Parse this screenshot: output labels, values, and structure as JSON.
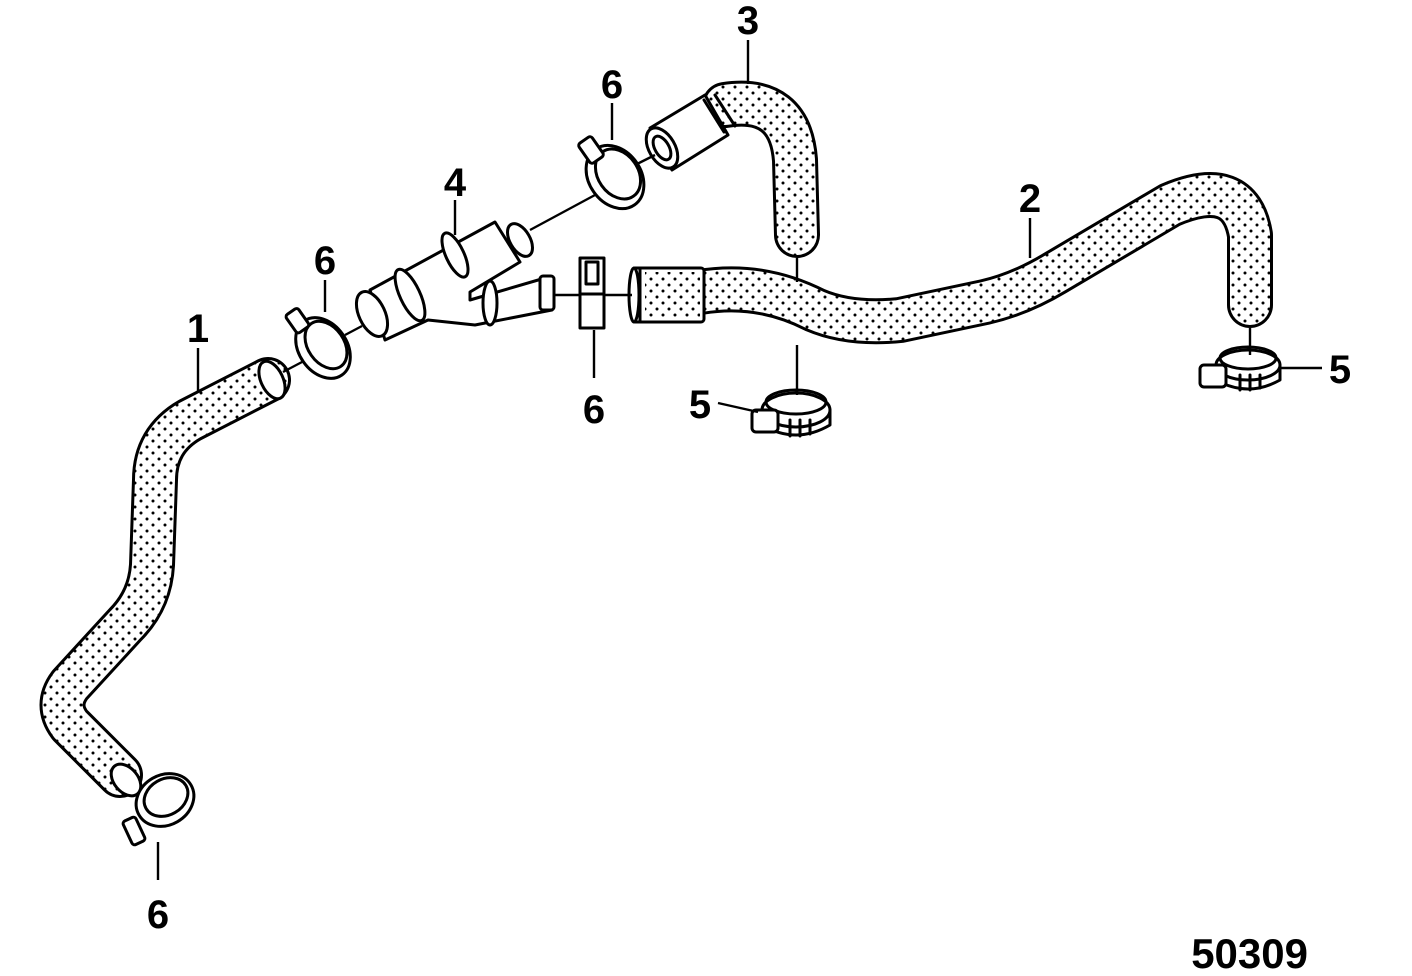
{
  "figure": {
    "id": "50309"
  },
  "callouts": {
    "hose_1": "1",
    "hose_2": "2",
    "hose_3": "3",
    "fitting_4": "4",
    "clamp_5_center": "5",
    "clamp_5_right": "5",
    "clamp_6_top": "6",
    "clamp_6_left": "6",
    "clamp_6_mid": "6",
    "clamp_6_bottom": "6"
  },
  "colors": {
    "line": "#000000",
    "background": "#ffffff"
  }
}
